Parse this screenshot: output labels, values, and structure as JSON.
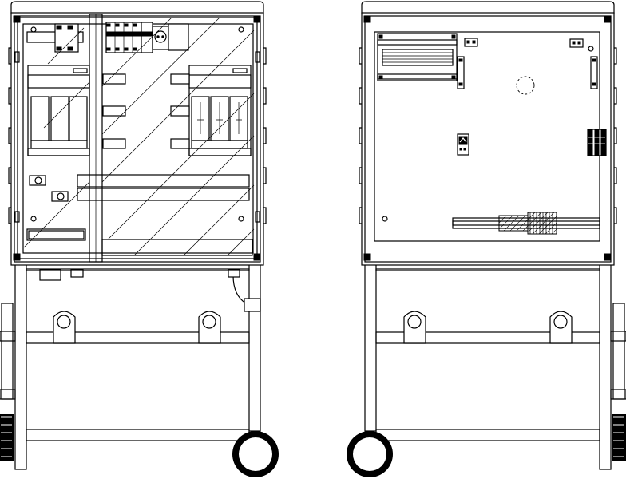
{
  "figure": {
    "views": [
      {
        "name": "front-view-open-door"
      },
      {
        "name": "rear-view-mounting-plate"
      }
    ],
    "colors": {
      "line": "#000000",
      "background": "#ffffff",
      "wheel": "#000000"
    },
    "components": [
      "cabinet-housing",
      "roof-cap",
      "glass-door",
      "busbar-clamps",
      "fuse-switch-disconnectors",
      "miniature-circuit-breakers",
      "socket-outlet",
      "din-rail",
      "cable-gland",
      "support-frame",
      "lifting-eyes",
      "wheels"
    ]
  }
}
